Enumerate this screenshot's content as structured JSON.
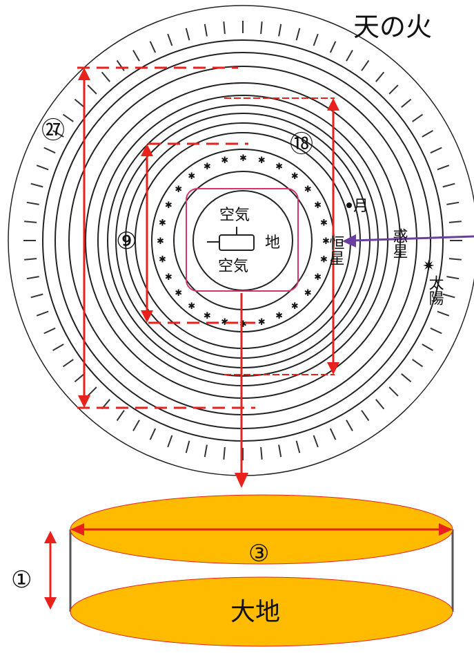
{
  "title": "天の火",
  "labels": {
    "r27": "㉗",
    "r18": "⑱",
    "r9": "⑨",
    "r3": "③",
    "r1": "①",
    "earth": "大地",
    "center_air_top": "空気",
    "center_earth": "地",
    "center_air_bottom": "空気",
    "moon": "月",
    "fixed_stars": "恒星",
    "planets": "惑星",
    "sun": "太陽"
  },
  "colors": {
    "measure": "#e8211c",
    "arrow_pointer": "#6a3fa0",
    "disk_fill": "#ffbb00",
    "highlight_box": "#d6336c",
    "ink": "#111111"
  }
}
